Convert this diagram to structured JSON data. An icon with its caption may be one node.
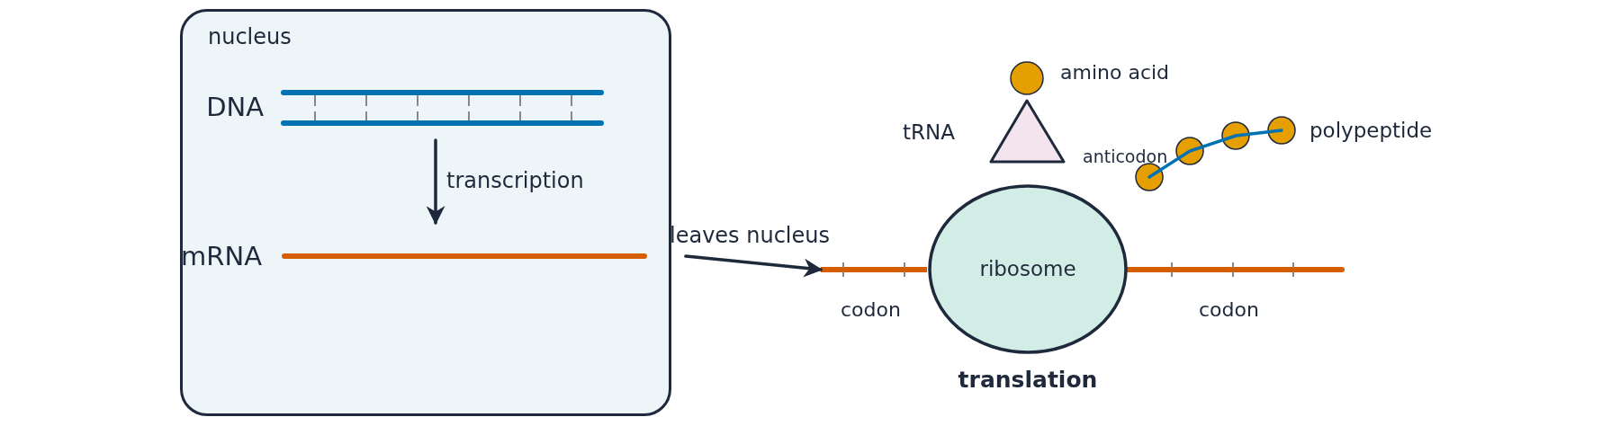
{
  "diagram": {
    "nodes": [
      {
        "text": [
          "nucleus"
        ]
      },
      {
        "text": [
          "DNA"
        ],
        "in": 0
      },
      {
        "text": [
          "mRNA"
        ],
        "in": 0
      },
      {
        "text": [],
        "shape": "bar"
      },
      {
        "text": [
          "ribosome"
        ],
        "beside": [
          "translation"
        ]
      }
    ],
    "edges": [
      {
        "from": 1,
        "to": 2,
        "arrow": "to",
        "label": "transcription"
      },
      {
        "from": 2,
        "to": 3,
        "arrow": "to",
        "label": "leaves nucleus"
      }
    ],
    "labels": [
      "amino acid",
      "tRNA",
      "polypeptide",
      "anticodon",
      "codon",
      "codon"
    ]
  }
}
